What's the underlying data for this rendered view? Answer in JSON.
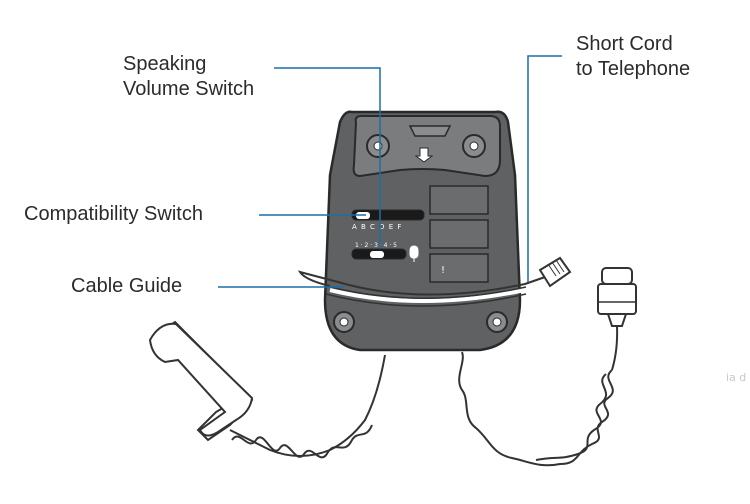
{
  "labels": {
    "speaking_volume": [
      "Speaking",
      "Volume Switch"
    ],
    "compatibility": "Compatibility Switch",
    "cable_guide": "Cable Guide",
    "short_cord": [
      "Short Cord",
      "to Telephone"
    ]
  },
  "switch_letters": "A B C D E F",
  "volume_markings": "1 · 2 · 3 · 4 · 5",
  "watermark": "ia d",
  "colors": {
    "callout_line": "#1c6fa8",
    "device_body": "#5f6163",
    "device_outline": "#2a2a2a",
    "label_text": "#2b2b2b"
  }
}
